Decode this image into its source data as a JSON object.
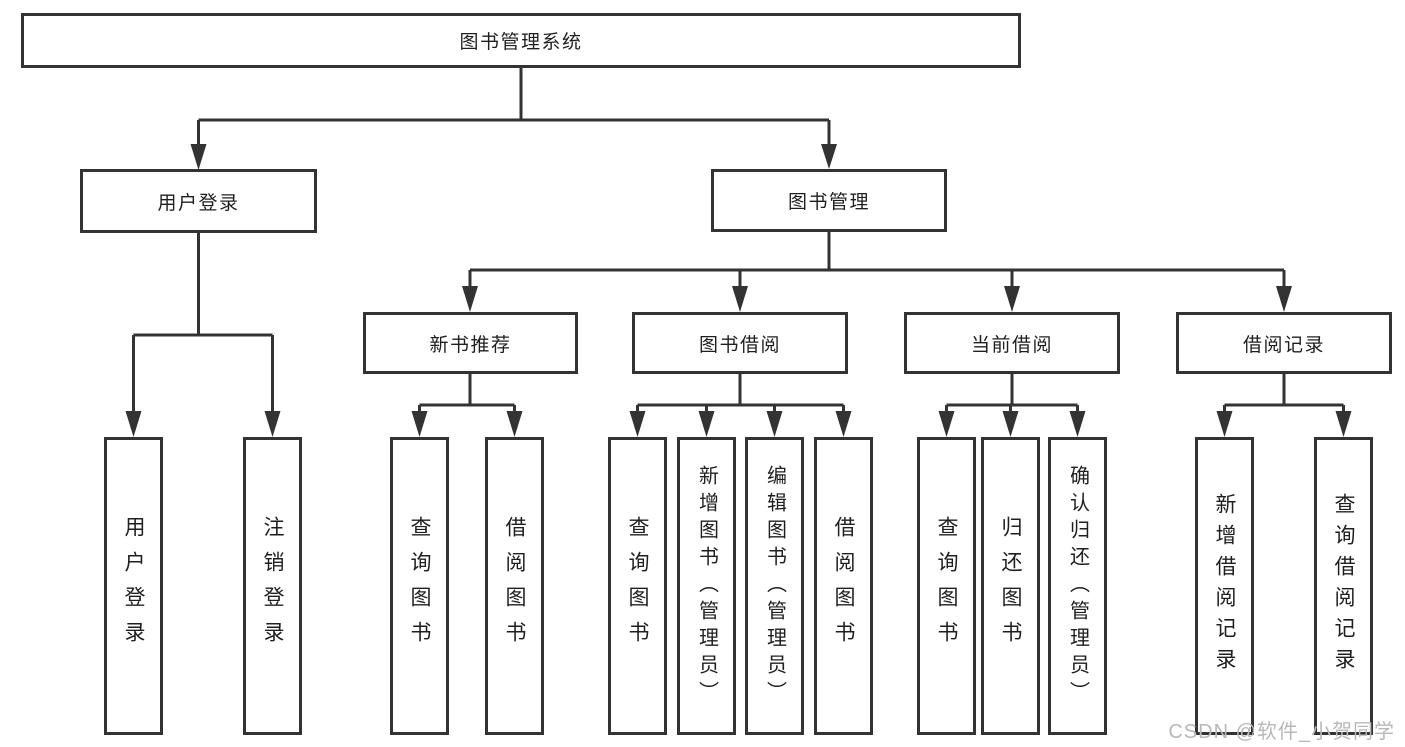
{
  "diagram": {
    "type": "hierarchy-tree",
    "root": {
      "label": "图书管理系统"
    },
    "branches": [
      {
        "label": "用户登录",
        "children": [
          {
            "label": "用户登录"
          },
          {
            "label": "注销登录"
          }
        ]
      },
      {
        "label": "图书管理",
        "children": [
          {
            "label": "新书推荐",
            "children": [
              {
                "label": "查询图书"
              },
              {
                "label": "借阅图书"
              }
            ]
          },
          {
            "label": "图书借阅",
            "children": [
              {
                "label": "查询图书"
              },
              {
                "label": "新增图书（管理员）"
              },
              {
                "label": "编辑图书（管理员）"
              },
              {
                "label": "借阅图书"
              }
            ]
          },
          {
            "label": "当前借阅",
            "children": [
              {
                "label": "查询图书"
              },
              {
                "label": "归还图书"
              },
              {
                "label": "确认归还（管理员）"
              }
            ]
          },
          {
            "label": "借阅记录",
            "children": [
              {
                "label": "新增借阅记录"
              },
              {
                "label": "查询借阅记录"
              }
            ]
          }
        ]
      }
    ]
  },
  "watermark": {
    "text": "CSDN @软件_小贺同学"
  },
  "colors": {
    "line": "#333333",
    "text": "#1f1f1f",
    "background": "#ffffff",
    "watermark": "#b8b8b8"
  }
}
